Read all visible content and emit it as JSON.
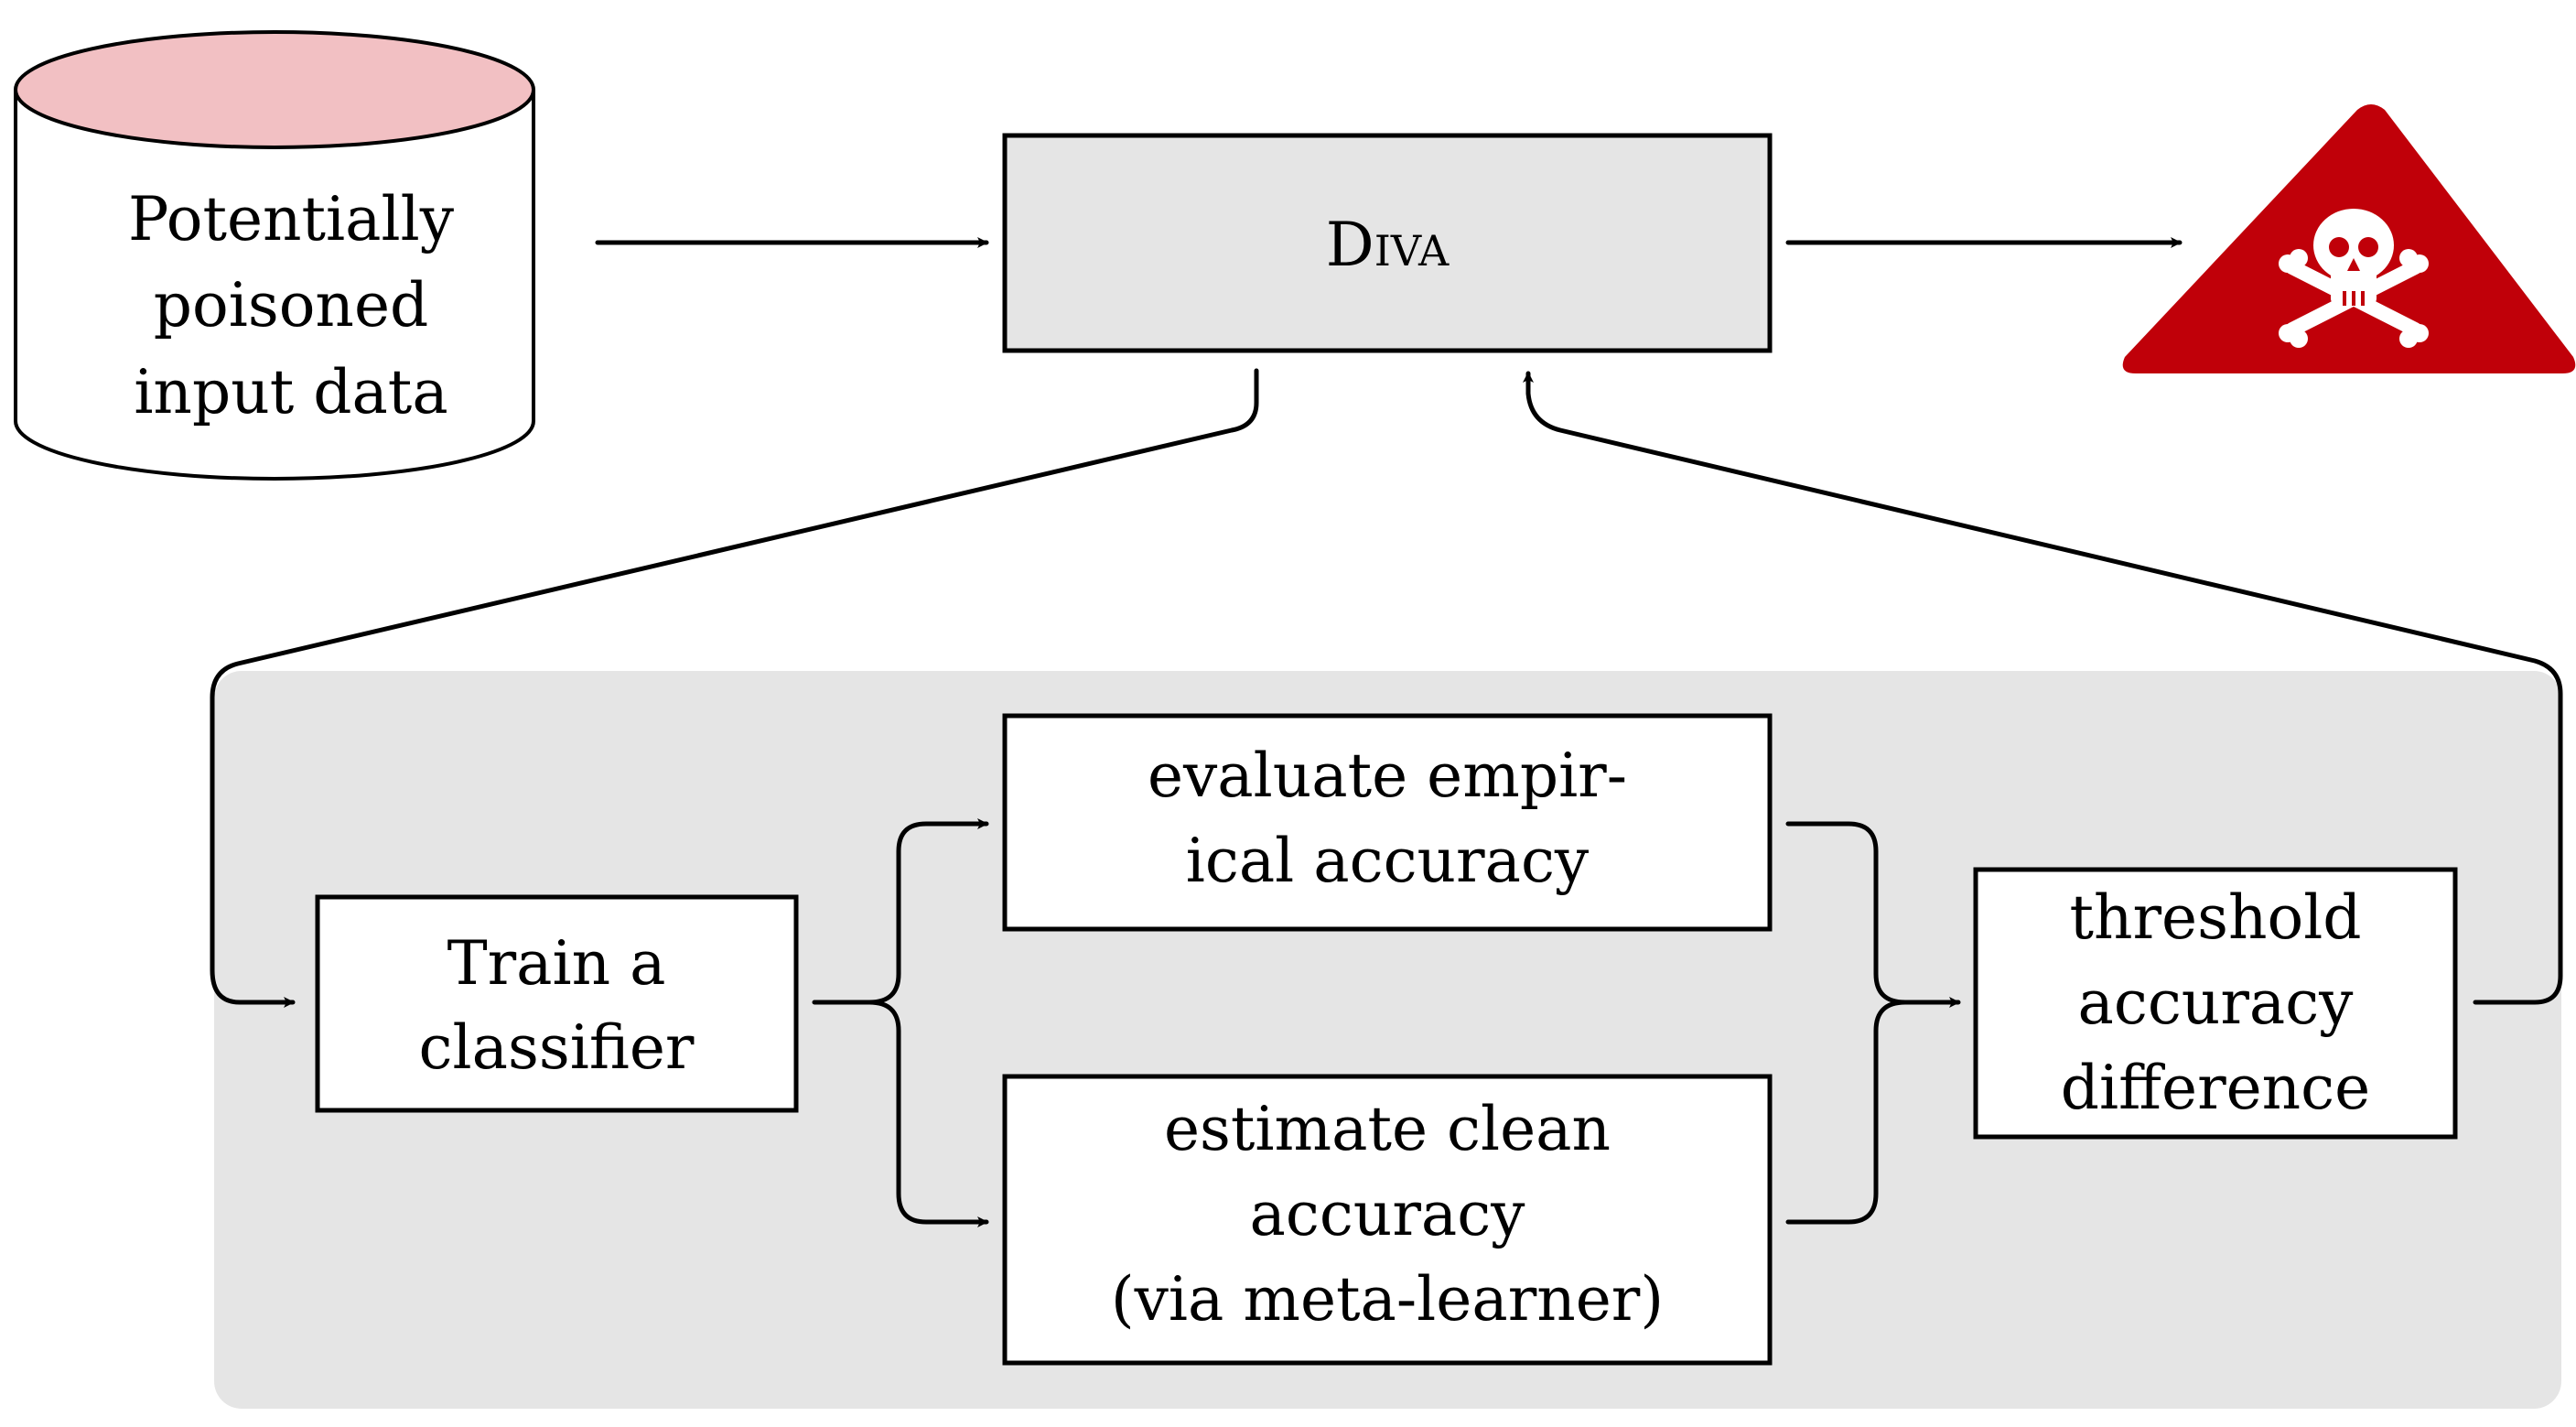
{
  "input": {
    "lines": [
      "Potentially",
      "poisoned",
      "input data"
    ]
  },
  "diva": {
    "label": "Diva"
  },
  "train": {
    "lines": [
      "Train a",
      "classifier"
    ]
  },
  "evaluate": {
    "lines": [
      "evaluate empir-",
      "ical accuracy"
    ]
  },
  "estimate": {
    "lines": [
      "estimate clean",
      "accuracy",
      "(via meta-learner)"
    ]
  },
  "threshold": {
    "lines": [
      "threshold",
      "accuracy",
      "difference"
    ]
  },
  "warning": {
    "icon": "skull-crossbones-icon"
  },
  "colors": {
    "cylinder_top": "#f2c0c3",
    "warning_red": "#c00009",
    "panel_gray": "#e5e5e5",
    "diva_fill": "#e5e5e5"
  }
}
